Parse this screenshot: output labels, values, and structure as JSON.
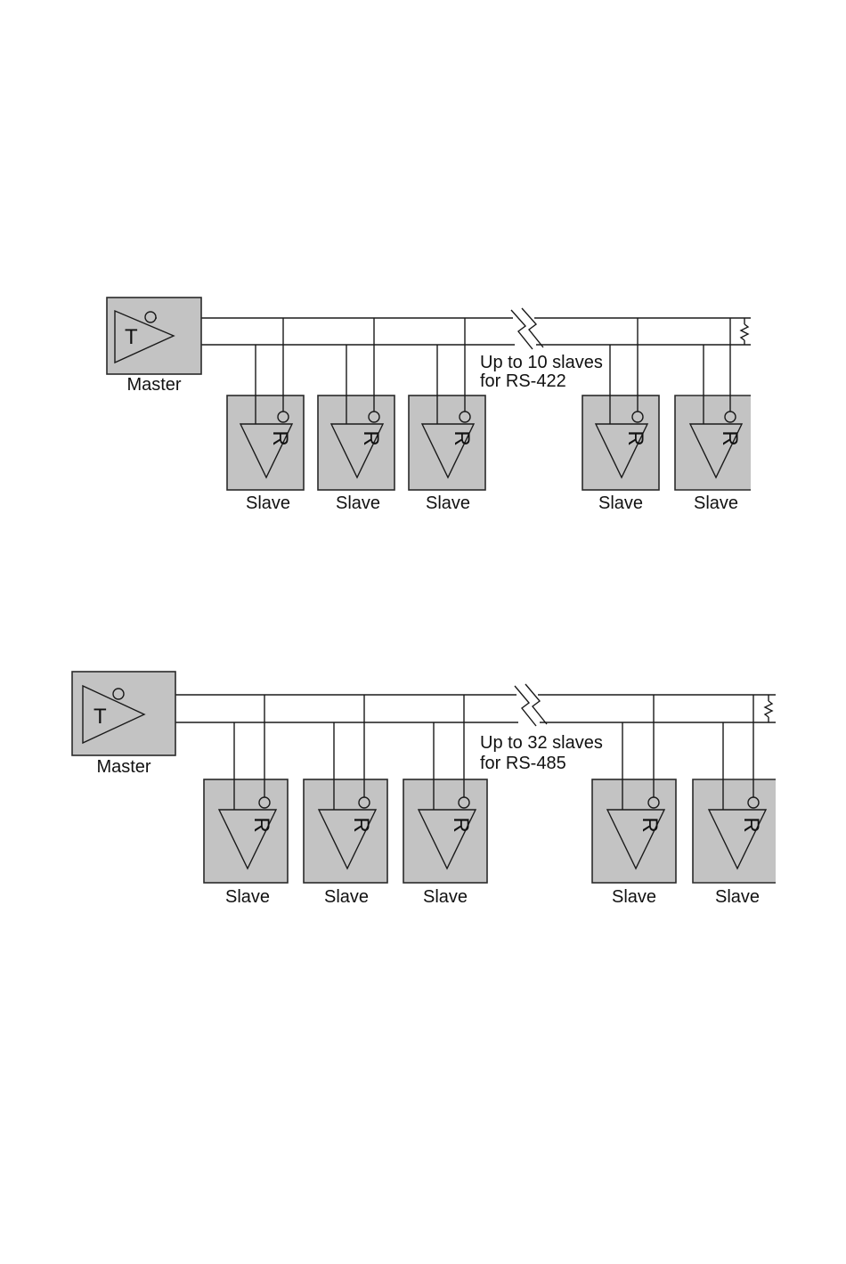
{
  "diagrams": [
    {
      "id": "rs422",
      "master_label": "Master",
      "transmitter_glyph": "T",
      "receiver_glyph": "R",
      "annotation_line1": "Up to 10 slaves",
      "annotation_line2": "for RS-422",
      "slaves": [
        "Slave",
        "Slave",
        "Slave",
        "Slave",
        "Slave"
      ]
    },
    {
      "id": "rs485",
      "master_label": "Master",
      "transmitter_glyph": "T",
      "receiver_glyph": "R",
      "annotation_line1": "Up to 32 slaves",
      "annotation_line2": "for RS-485",
      "slaves": [
        "Slave",
        "Slave",
        "Slave",
        "Slave",
        "Slave"
      ]
    }
  ]
}
